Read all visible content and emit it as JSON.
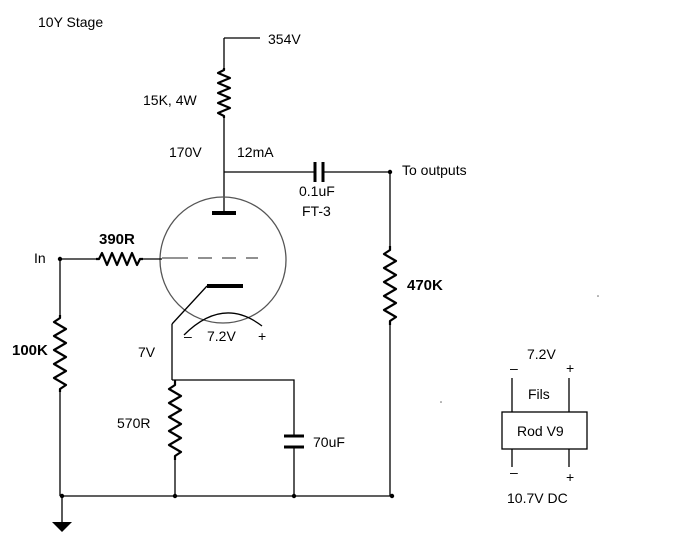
{
  "title": "10Y Stage",
  "supply": {
    "voltage": "354V"
  },
  "plate_resistor": {
    "label": "15K, 4W"
  },
  "plate": {
    "voltage": "170V",
    "current": "12mA"
  },
  "coupling_cap": {
    "value": "0.1uF",
    "type": "FT-3"
  },
  "output": {
    "label": "To outputs"
  },
  "output_resistor": {
    "label": "470K"
  },
  "input": {
    "label": "In"
  },
  "grid_stopper": {
    "label": "390R"
  },
  "grid_leak": {
    "label": "100K"
  },
  "filament": {
    "minus": "–",
    "voltage": "7.2V",
    "plus": "+"
  },
  "cathode": {
    "voltage": "7V"
  },
  "cathode_resistor": {
    "label": "570R"
  },
  "bypass_cap": {
    "label": "70uF"
  },
  "fil_supply": {
    "voltage_top": "7.2V",
    "minus_top": "–",
    "plus_top": "+",
    "fils_label": "Fils",
    "box_label": "Rod V9",
    "minus_bottom": "–",
    "plus_bottom": "+",
    "voltage_bottom": "10.7V DC"
  }
}
